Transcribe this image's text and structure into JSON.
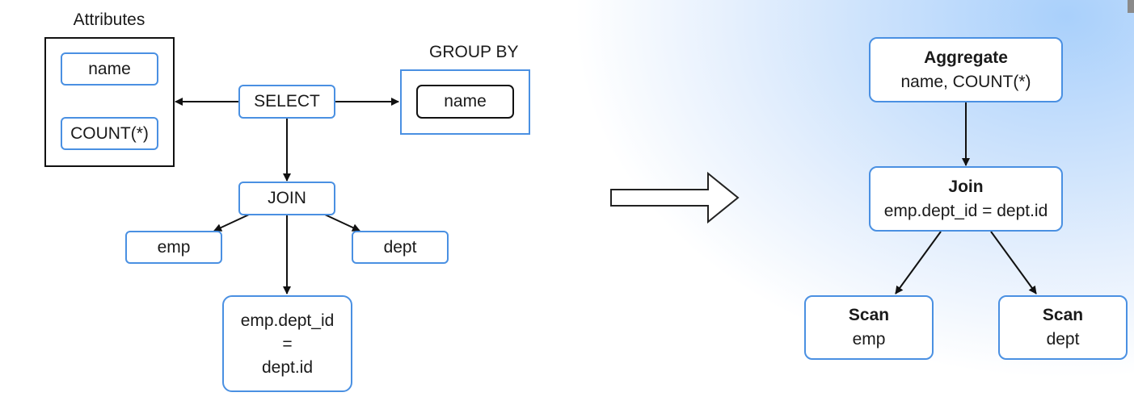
{
  "parse_tree": {
    "attributes_heading": "Attributes",
    "attributes": [
      "name",
      "COUNT(*)"
    ],
    "group_by_heading": "GROUP BY",
    "group_by_value": "name",
    "select": "SELECT",
    "join": "JOIN",
    "left_table": "emp",
    "right_table": "dept",
    "join_condition": [
      "emp.dept_id",
      "=",
      "dept.id"
    ]
  },
  "transform_arrow": "hollow-right-arrow-icon",
  "logical_plan": {
    "aggregate": {
      "title": "Aggregate",
      "detail": "name, COUNT(*)"
    },
    "join": {
      "title": "Join",
      "detail": "emp.dept_id = dept.id"
    },
    "scan_left": {
      "title": "Scan",
      "detail": "emp"
    },
    "scan_right": {
      "title": "Scan",
      "detail": "dept"
    }
  },
  "colors": {
    "node_border": "#4a90e2",
    "frame_border": "#111111",
    "arrow": "#111111",
    "background_glow": "#a9d0fb"
  }
}
